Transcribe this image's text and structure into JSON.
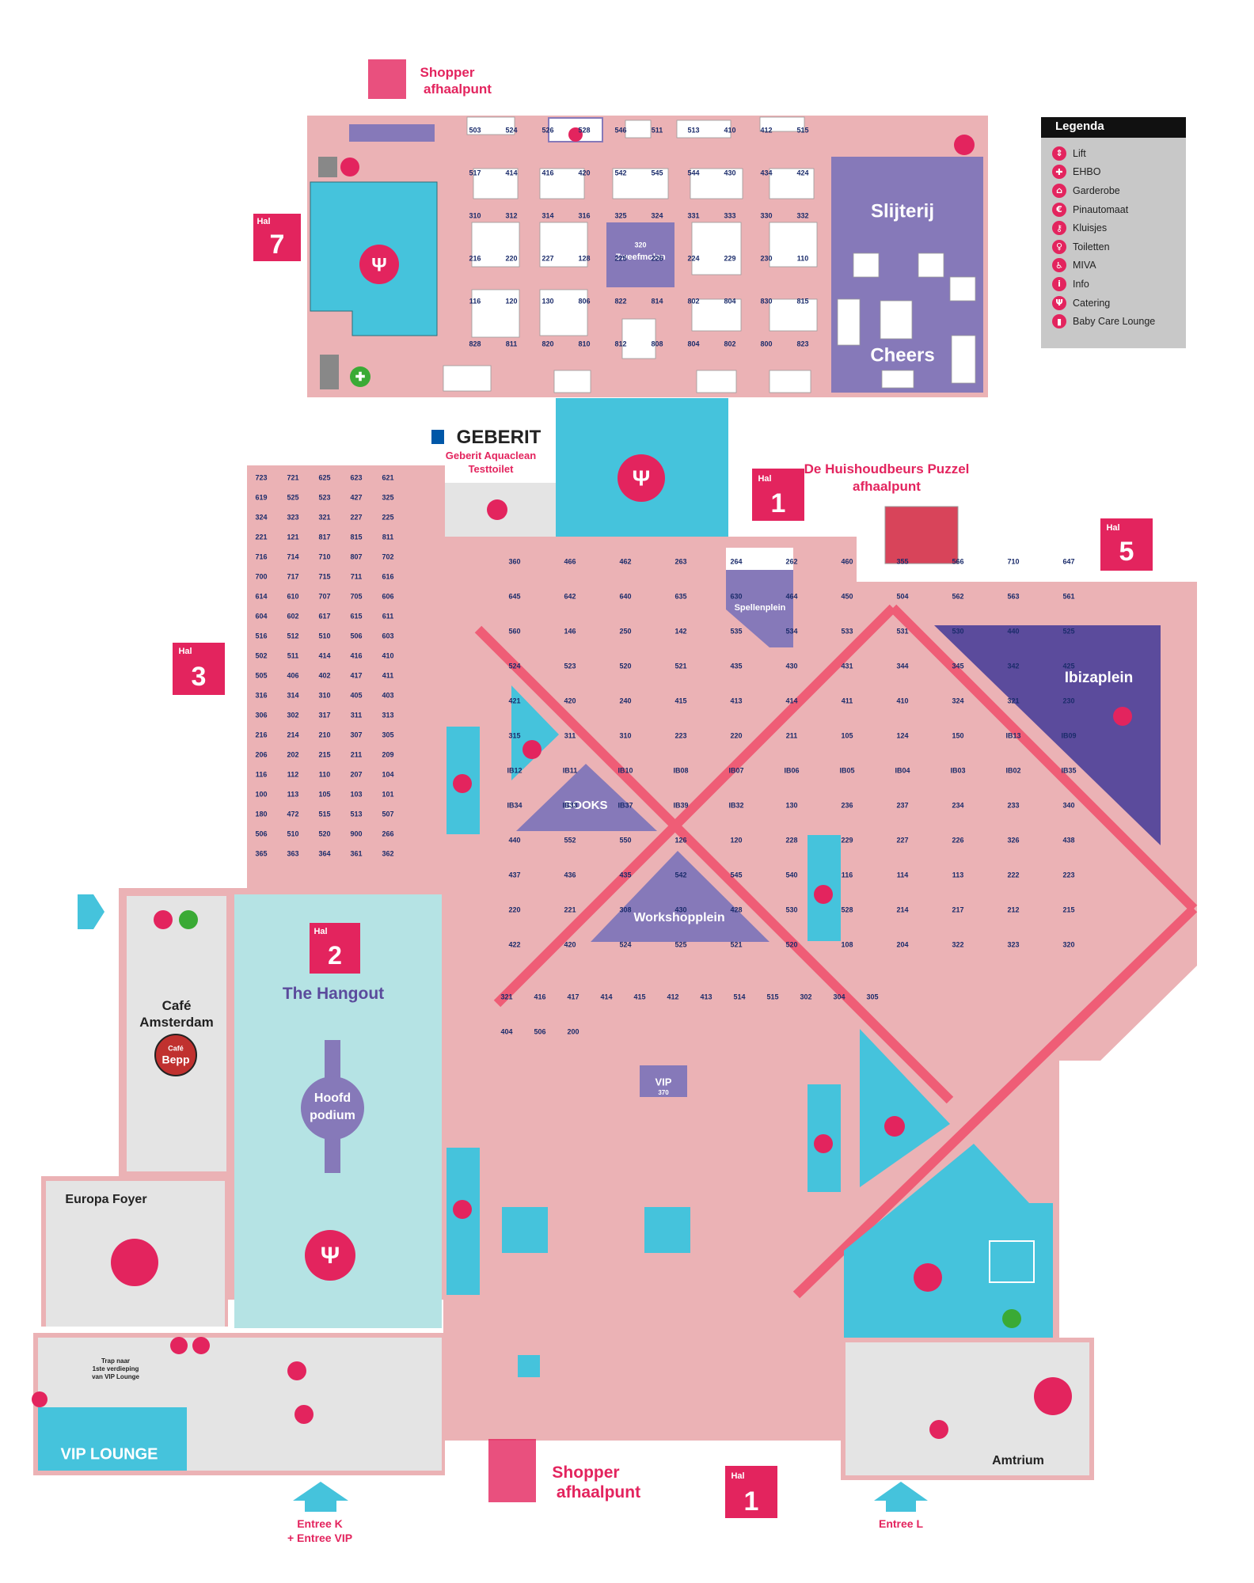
{
  "legend": {
    "title": "Legenda",
    "items": [
      {
        "label": "Lift",
        "icon": "lift-icon",
        "glyph": "⇕"
      },
      {
        "label": "EHBO",
        "icon": "first-aid-icon",
        "glyph": "✚"
      },
      {
        "label": "Garderobe",
        "icon": "coat-hanger-icon",
        "glyph": "⌂"
      },
      {
        "label": "Pinautomaat",
        "icon": "euro-atm-icon",
        "glyph": "€"
      },
      {
        "label": "Kluisjes",
        "icon": "key-icon",
        "glyph": "⚷"
      },
      {
        "label": "Toiletten",
        "icon": "toilet-icon",
        "glyph": "♀"
      },
      {
        "label": "MIVA",
        "icon": "wheelchair-icon",
        "glyph": "♿"
      },
      {
        "label": "Info",
        "icon": "info-icon",
        "glyph": "i"
      },
      {
        "label": "Catering",
        "icon": "cutlery-icon",
        "glyph": "Ψ"
      },
      {
        "label": "Baby Care Lounge",
        "icon": "baby-bottle-icon",
        "glyph": "▮"
      }
    ]
  },
  "colors": {
    "floor": "#ebb2b5",
    "catering": "#45c3dc",
    "purple": "#8679b9",
    "pink": "#e3245e",
    "grey": "#e4e4e4",
    "hangout": "#b5e3e4"
  },
  "halls": {
    "hal_label": "Hal",
    "h7": "7",
    "h1": "1",
    "h3": "3",
    "h5": "5",
    "h2": "2",
    "h1b": "1"
  },
  "labels": {
    "shopper_top_1": "Shopper",
    "shopper_top_2": "afhaalpunt",
    "shopper_bottom_1": "Shopper",
    "shopper_bottom_2": "afhaalpunt",
    "geberit_logo": "GEBERIT",
    "geberit_1": "Geberit Aquaclean",
    "geberit_2": "Testtoilet",
    "puzzel_1": "De Huishoudbeurs Puzzel",
    "puzzel_2": "afhaalpunt",
    "slijterij": "Slijterij",
    "cheers": "Cheers",
    "zweefmolen_num": "320",
    "zweefmolen": "Zweefmolen",
    "spellenplein": "Spellenplein",
    "books": "BOOKS",
    "workshopplein": "Workshopplein",
    "ibizaplein": "Ibizaplein",
    "the_hangout": "The Hangout",
    "hoofd": "Hoofd",
    "podium": "podium",
    "cafe_1": "Café",
    "cafe_2": "Amsterdam",
    "cafe_logo_1": "Café",
    "cafe_logo_2": "Bepp",
    "europa_foyer": "Europa Foyer",
    "vip_lounge": "VIP LOUNGE",
    "trap_1": "Trap naar",
    "trap_2": "1ste verdieping",
    "trap_3": "van VIP Lounge",
    "amtrium": "Amtrium",
    "vip": "VIP",
    "vip_num": "370",
    "entree_k_1": "Entree K",
    "entree_k_2": "+ Entree VIP",
    "entree_l": "Entree L"
  },
  "booths": [
    "503",
    "524",
    "526",
    "528",
    "546",
    "511",
    "513",
    "410",
    "412",
    "515",
    "517",
    "414",
    "416",
    "420",
    "542",
    "545",
    "544",
    "430",
    "434",
    "424",
    "310",
    "312",
    "314",
    "316",
    "325",
    "324",
    "331",
    "333",
    "330",
    "332",
    "216",
    "220",
    "227",
    "128",
    "225",
    "226",
    "224",
    "229",
    "230",
    "110",
    "116",
    "120",
    "130",
    "806",
    "822",
    "814",
    "802",
    "804",
    "830",
    "815",
    "828",
    "811",
    "820",
    "810",
    "812",
    "808",
    "804",
    "802",
    "800",
    "823",
    "723",
    "721",
    "625",
    "623",
    "621",
    "619",
    "525",
    "523",
    "427",
    "325",
    "324",
    "323",
    "321",
    "227",
    "225",
    "221",
    "121",
    "817",
    "815",
    "811",
    "716",
    "714",
    "710",
    "807",
    "702",
    "700",
    "717",
    "715",
    "711",
    "616",
    "614",
    "610",
    "707",
    "705",
    "606",
    "604",
    "602",
    "617",
    "615",
    "611",
    "516",
    "512",
    "510",
    "506",
    "603",
    "502",
    "511",
    "414",
    "416",
    "410",
    "505",
    "406",
    "402",
    "417",
    "411",
    "316",
    "314",
    "310",
    "405",
    "403",
    "306",
    "302",
    "317",
    "311",
    "313",
    "216",
    "214",
    "210",
    "307",
    "305",
    "206",
    "202",
    "215",
    "211",
    "209",
    "116",
    "112",
    "110",
    "207",
    "104",
    "100",
    "113",
    "105",
    "103",
    "101",
    "180",
    "472",
    "515",
    "513",
    "507",
    "506",
    "510",
    "520",
    "900",
    "266",
    "365",
    "363",
    "364",
    "361",
    "362",
    "360",
    "466",
    "462",
    "263",
    "264",
    "262",
    "460",
    "355",
    "566",
    "710",
    "647",
    "645",
    "642",
    "640",
    "635",
    "630",
    "464",
    "450",
    "504",
    "562",
    "563",
    "561",
    "560",
    "146",
    "250",
    "142",
    "535",
    "534",
    "533",
    "531",
    "530",
    "440",
    "525",
    "524",
    "523",
    "520",
    "521",
    "435",
    "430",
    "431",
    "344",
    "345",
    "342",
    "425",
    "421",
    "420",
    "240",
    "415",
    "413",
    "414",
    "411",
    "410",
    "324",
    "321",
    "230",
    "315",
    "311",
    "310",
    "223",
    "220",
    "211",
    "105",
    "124",
    "150",
    "IB13",
    "IB09",
    "IB12",
    "IB11",
    "IB10",
    "IB08",
    "IB07",
    "IB06",
    "IB05",
    "IB04",
    "IB03",
    "IB02",
    "IB35",
    "IB34",
    "IB33",
    "IB37",
    "IB39",
    "IB32",
    "130",
    "236",
    "237",
    "234",
    "233",
    "340",
    "440",
    "552",
    "550",
    "126",
    "120",
    "228",
    "229",
    "227",
    "226",
    "326",
    "438",
    "437",
    "436",
    "435",
    "542",
    "545",
    "540",
    "116",
    "114",
    "113",
    "222",
    "223",
    "220",
    "221",
    "308",
    "430",
    "428",
    "530",
    "528",
    "214",
    "217",
    "212",
    "215",
    "422",
    "420",
    "524",
    "525",
    "521",
    "520",
    "108",
    "204",
    "322",
    "323",
    "320",
    "321",
    "416",
    "417",
    "414",
    "415",
    "412",
    "413",
    "514",
    "515",
    "302",
    "304",
    "305",
    "404",
    "506",
    "200"
  ]
}
